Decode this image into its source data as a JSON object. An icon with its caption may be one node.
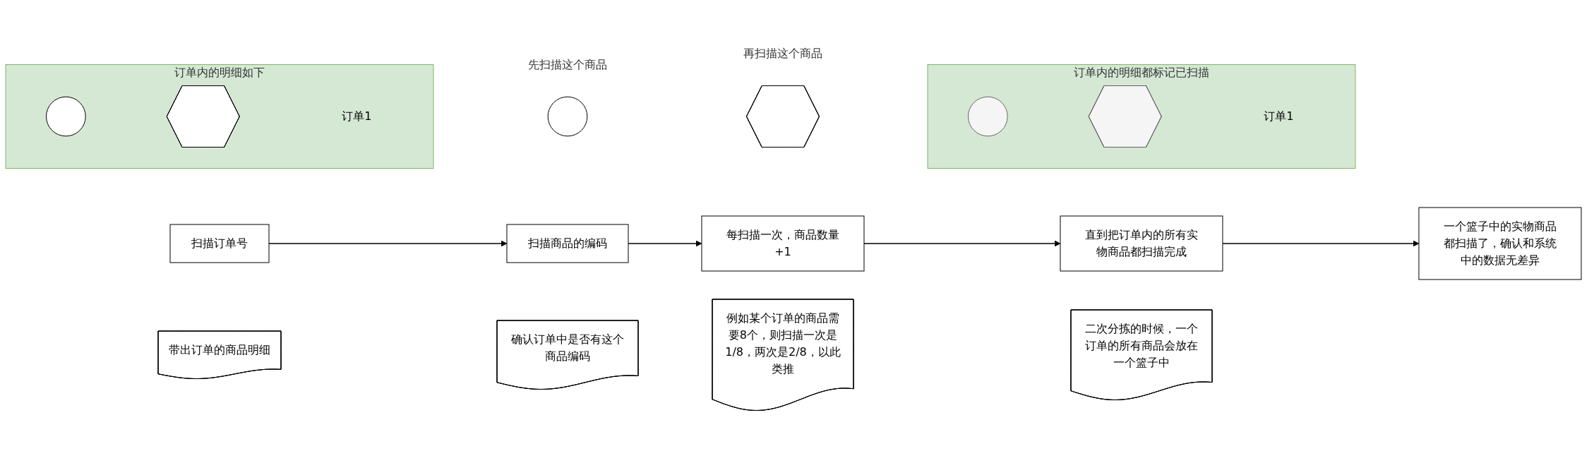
{
  "diagram": {
    "nodes": [
      {
        "text": [
          "扫描订单号"
        ]
      },
      {
        "text": [
          "扫描商品的编码"
        ]
      },
      {
        "text": [
          "每扫描一次，商品数量+1"
        ]
      },
      {
        "text": [
          "直到把订单内的所有实物商品都扫描完成"
        ]
      },
      {
        "text": [
          "一个篮子中的实物商品都扫描了，确认和系统中的数据无差异"
        ]
      },
      {
        "text": [
          "带出订单的商品明细"
        ]
      },
      {
        "text": [
          "确认订单中是否有这个商品编码"
        ]
      },
      {
        "text": [
          "例如某个订单的商品需要8个，则扫描一次是1/8，两次是2/8，以此类推"
        ]
      },
      {
        "text": [
          "二次分拣的时候，一个订单的所有商品会放在一个篮子中"
        ]
      },
      {
        "text": [
          "订单内的明细如下"
        ],
        "beside": [
          "订单1"
        ]
      },
      {
        "text": [],
        "shape": "circle",
        "in": 9
      },
      {
        "text": [],
        "shape": "hexagon",
        "in": 9
      },
      {
        "text": [],
        "shape": "circle",
        "beside": [
          "先扫描这个商品"
        ]
      },
      {
        "text": [],
        "shape": "hexagon",
        "beside": [
          "再扫描这个商品"
        ]
      },
      {
        "text": [
          "订单内的明细都标记已扫描"
        ],
        "beside": [
          "订单1"
        ]
      },
      {
        "text": [],
        "shape": "circle",
        "in": 14
      },
      {
        "text": [],
        "shape": "hexagon",
        "in": 14
      }
    ],
    "edges": [
      {
        "from": 0,
        "to": 1,
        "arrow": "to"
      },
      {
        "from": 1,
        "to": 2,
        "arrow": "to"
      },
      {
        "from": 2,
        "to": 3,
        "arrow": "to"
      },
      {
        "from": 3,
        "to": 4,
        "arrow": "to"
      }
    ]
  }
}
